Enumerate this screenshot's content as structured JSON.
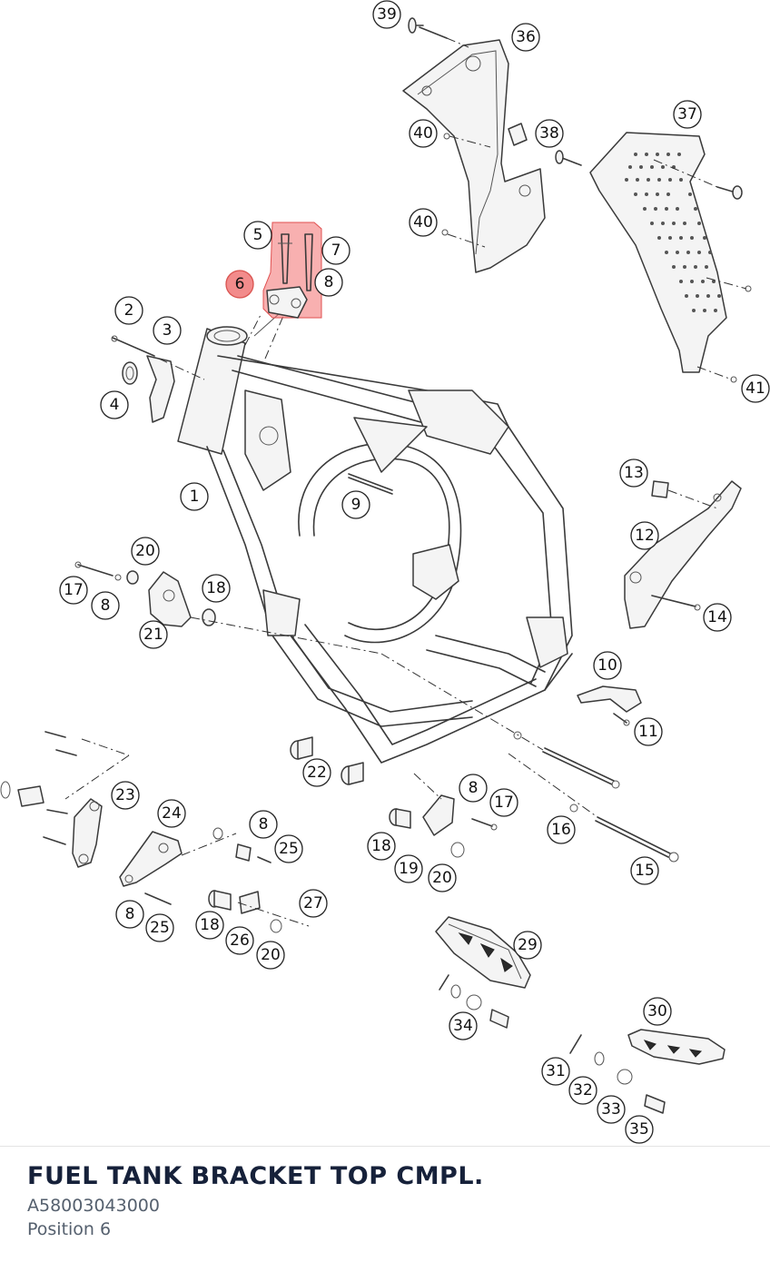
{
  "part": {
    "title": "FUEL TANK BRACKET TOP CMPL.",
    "number": "A58003043000",
    "position": "Position 6"
  },
  "diagram": {
    "selected_callout": "6",
    "highlight_color": "#f27070",
    "callouts": [
      {
        "id": "c39",
        "label": "39"
      },
      {
        "id": "c36",
        "label": "36"
      },
      {
        "id": "c37",
        "label": "37"
      },
      {
        "id": "c40a",
        "label": "40"
      },
      {
        "id": "c38",
        "label": "38"
      },
      {
        "id": "c40b",
        "label": "40"
      },
      {
        "id": "c5",
        "label": "5"
      },
      {
        "id": "c7",
        "label": "7"
      },
      {
        "id": "c8a",
        "label": "8"
      },
      {
        "id": "c6",
        "label": "6"
      },
      {
        "id": "c2",
        "label": "2"
      },
      {
        "id": "c3",
        "label": "3"
      },
      {
        "id": "c4",
        "label": "4"
      },
      {
        "id": "c41",
        "label": "41"
      },
      {
        "id": "c1",
        "label": "1"
      },
      {
        "id": "c9",
        "label": "9"
      },
      {
        "id": "c13",
        "label": "13"
      },
      {
        "id": "c12",
        "label": "12"
      },
      {
        "id": "c14",
        "label": "14"
      },
      {
        "id": "c20a",
        "label": "20"
      },
      {
        "id": "c17a",
        "label": "17"
      },
      {
        "id": "c18a",
        "label": "18"
      },
      {
        "id": "c8b",
        "label": "8"
      },
      {
        "id": "c21",
        "label": "21"
      },
      {
        "id": "c10",
        "label": "10"
      },
      {
        "id": "c11",
        "label": "11"
      },
      {
        "id": "c22",
        "label": "22"
      },
      {
        "id": "c23",
        "label": "23"
      },
      {
        "id": "c8c",
        "label": "8"
      },
      {
        "id": "c17b",
        "label": "17"
      },
      {
        "id": "c24",
        "label": "24"
      },
      {
        "id": "c8d",
        "label": "8"
      },
      {
        "id": "c25a",
        "label": "25"
      },
      {
        "id": "c16",
        "label": "16"
      },
      {
        "id": "c18b",
        "label": "18"
      },
      {
        "id": "c19",
        "label": "19"
      },
      {
        "id": "c20b",
        "label": "20"
      },
      {
        "id": "c15",
        "label": "15"
      },
      {
        "id": "c27",
        "label": "27"
      },
      {
        "id": "c8e",
        "label": "8"
      },
      {
        "id": "c25b",
        "label": "25"
      },
      {
        "id": "c18c",
        "label": "18"
      },
      {
        "id": "c26",
        "label": "26"
      },
      {
        "id": "c20c",
        "label": "20"
      },
      {
        "id": "c29",
        "label": "29"
      },
      {
        "id": "c34",
        "label": "34"
      },
      {
        "id": "c30",
        "label": "30"
      },
      {
        "id": "c31",
        "label": "31"
      },
      {
        "id": "c32",
        "label": "32"
      },
      {
        "id": "c33",
        "label": "33"
      },
      {
        "id": "c35",
        "label": "35"
      }
    ]
  }
}
